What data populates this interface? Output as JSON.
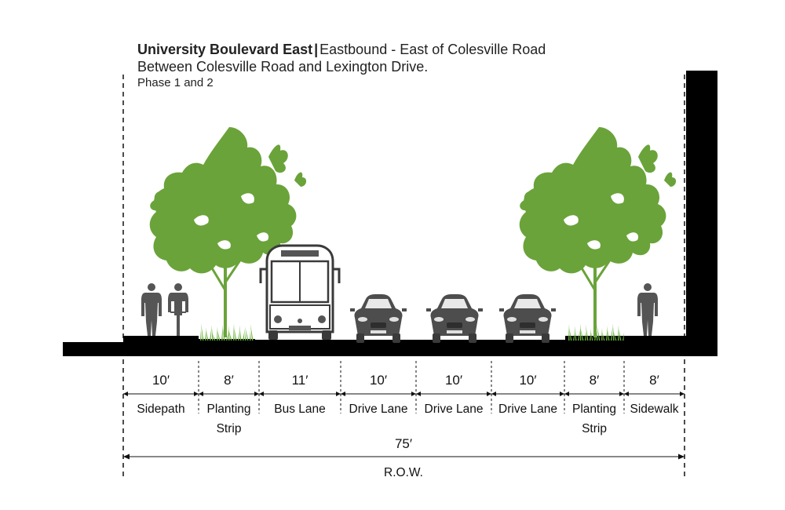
{
  "title": {
    "main": "University Boulevard East",
    "separator": "|",
    "direction": "Eastbound - East of Colesville Road",
    "between": "Between Colesville Road and Lexington Drive.",
    "phase": "Phase 1 and 2"
  },
  "colors": {
    "tree_green": "#6aa33a",
    "grass_green": "#6bb33d",
    "ground": "#000000",
    "vehicle_fill": "#4d4d4d",
    "person_fill": "#555555"
  },
  "segments": [
    {
      "width": "10′",
      "label": [
        "Sidepath"
      ]
    },
    {
      "width": "8′",
      "label": [
        "Planting",
        "Strip"
      ]
    },
    {
      "width": "11′",
      "label": [
        "Bus Lane"
      ]
    },
    {
      "width": "10′",
      "label": [
        "Drive Lane"
      ]
    },
    {
      "width": "10′",
      "label": [
        "Drive Lane"
      ]
    },
    {
      "width": "10′",
      "label": [
        "Drive Lane"
      ]
    },
    {
      "width": "8′",
      "label": [
        "Planting",
        "Strip"
      ]
    },
    {
      "width": "8′",
      "label": [
        "Sidewalk"
      ]
    }
  ],
  "total": {
    "width": "75′",
    "label": "R.O.W."
  },
  "icons": [
    "pedestrian-icon",
    "cyclist-icon",
    "tree-icon",
    "bus-icon",
    "car-icon",
    "building-wall"
  ]
}
